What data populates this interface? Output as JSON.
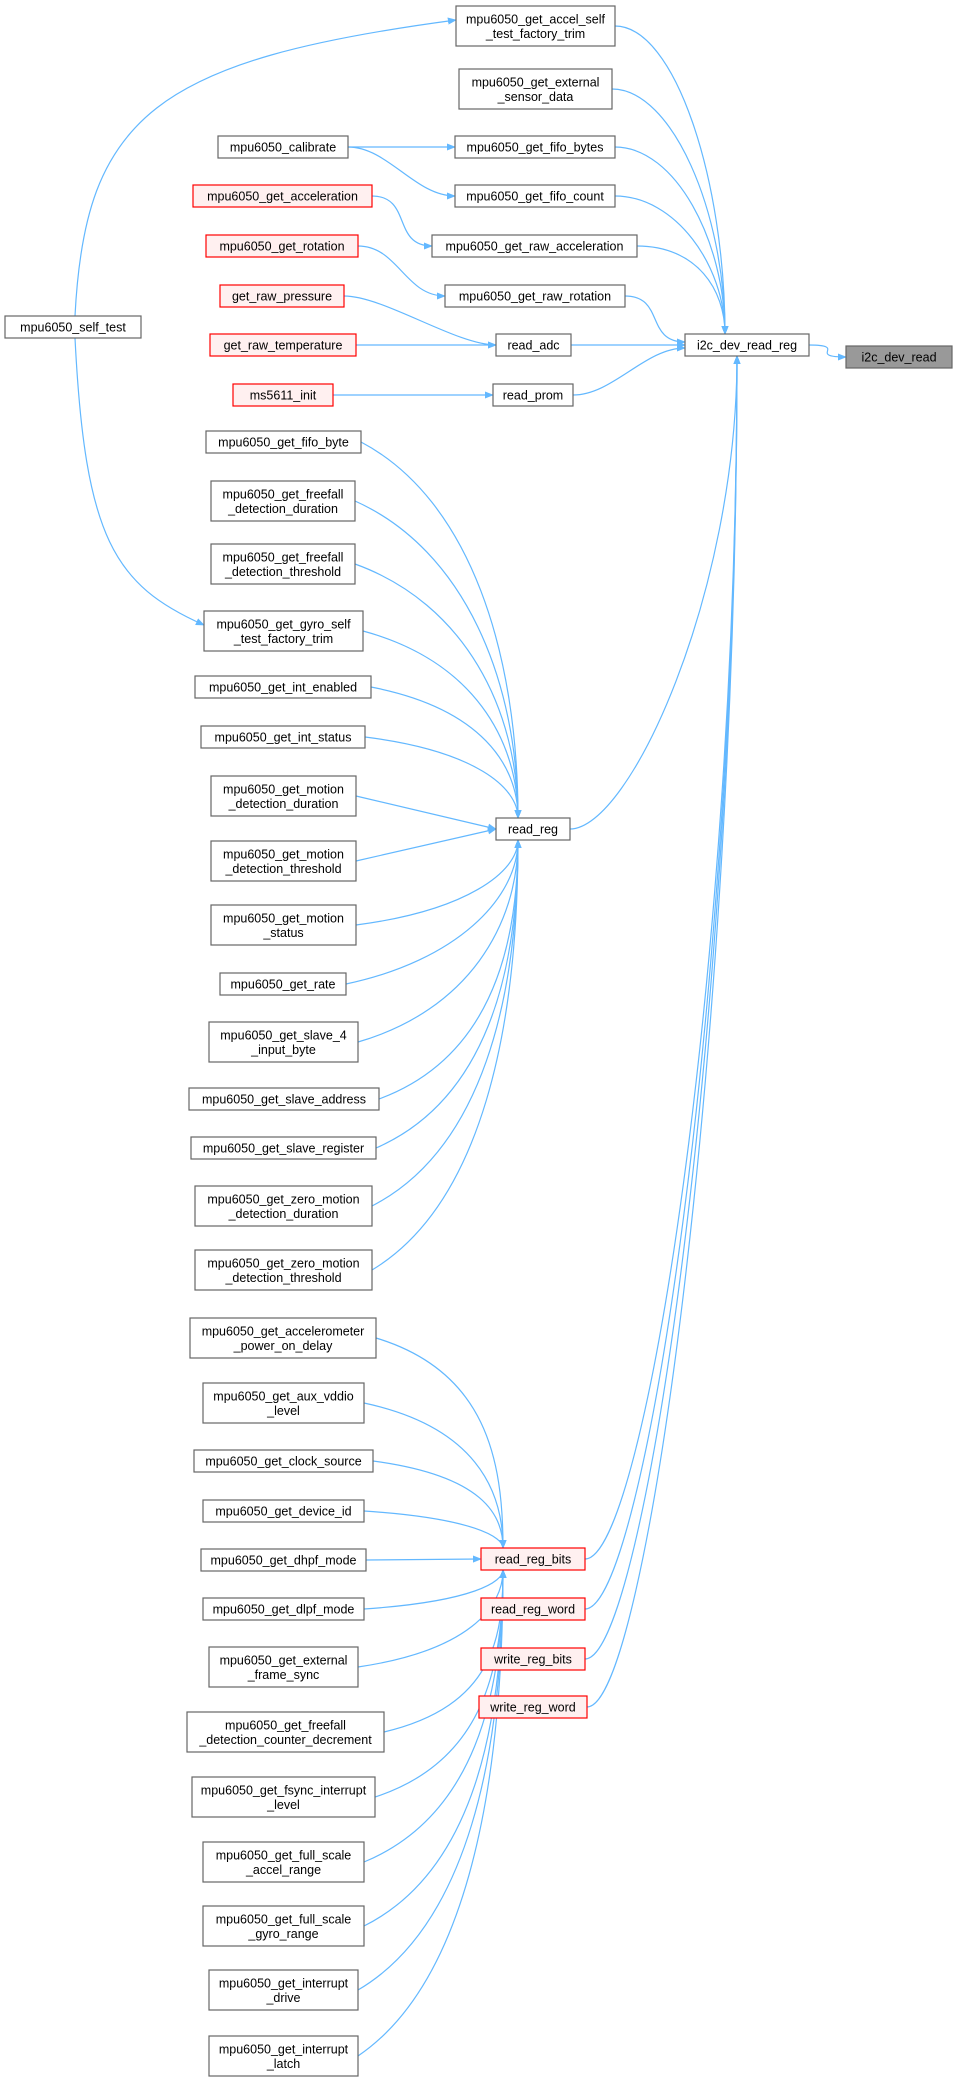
{
  "colors": {
    "edge": "#63b8ff",
    "node_border": "#666666",
    "red_border": "#ff0000",
    "red_fill": "#fff0f0",
    "focus_fill": "#999999"
  },
  "nodes": {
    "i2c_dev_read": {
      "label": [
        "i2c_dev_read"
      ],
      "style": "focus"
    },
    "i2c_dev_read_reg": {
      "label": [
        "i2c_dev_read_reg"
      ]
    },
    "accel_self": {
      "label": [
        "mpu6050_get_accel_self",
        "_test_factory_trim"
      ]
    },
    "external": {
      "label": [
        "mpu6050_get_external",
        "_sensor_data"
      ]
    },
    "fifo_bytes": {
      "label": [
        "mpu6050_get_fifo_bytes"
      ]
    },
    "fifo_count": {
      "label": [
        "mpu6050_get_fifo_count"
      ]
    },
    "raw_accel": {
      "label": [
        "mpu6050_get_raw_acceleration"
      ]
    },
    "raw_rot": {
      "label": [
        "mpu6050_get_raw_rotation"
      ]
    },
    "read_adc": {
      "label": [
        "read_adc"
      ]
    },
    "read_prom": {
      "label": [
        "read_prom"
      ]
    },
    "calibrate": {
      "label": [
        "mpu6050_calibrate"
      ]
    },
    "get_accel": {
      "label": [
        "mpu6050_get_acceleration"
      ],
      "style": "red"
    },
    "get_rot": {
      "label": [
        "mpu6050_get_rotation"
      ],
      "style": "red"
    },
    "raw_pressure": {
      "label": [
        "get_raw_pressure"
      ],
      "style": "red"
    },
    "raw_temp": {
      "label": [
        "get_raw_temperature"
      ],
      "style": "red"
    },
    "ms5611": {
      "label": [
        "ms5611_init"
      ],
      "style": "red"
    },
    "self_test": {
      "label": [
        "mpu6050_self_test"
      ]
    },
    "read_reg": {
      "label": [
        "read_reg"
      ]
    },
    "fifo_byte": {
      "label": [
        "mpu6050_get_fifo_byte"
      ]
    },
    "ff_dur": {
      "label": [
        "mpu6050_get_freefall",
        "_detection_duration"
      ]
    },
    "ff_thr": {
      "label": [
        "mpu6050_get_freefall",
        "_detection_threshold"
      ]
    },
    "gyro_self": {
      "label": [
        "mpu6050_get_gyro_self",
        "_test_factory_trim"
      ]
    },
    "int_en": {
      "label": [
        "mpu6050_get_int_enabled"
      ]
    },
    "int_status": {
      "label": [
        "mpu6050_get_int_status"
      ]
    },
    "mot_dur": {
      "label": [
        "mpu6050_get_motion",
        "_detection_duration"
      ]
    },
    "mot_thr": {
      "label": [
        "mpu6050_get_motion",
        "_detection_threshold"
      ]
    },
    "mot_status": {
      "label": [
        "mpu6050_get_motion",
        "_status"
      ]
    },
    "rate": {
      "label": [
        "mpu6050_get_rate"
      ]
    },
    "slave4": {
      "label": [
        "mpu6050_get_slave_4",
        "_input_byte"
      ]
    },
    "slave_addr": {
      "label": [
        "mpu6050_get_slave_address"
      ]
    },
    "slave_reg": {
      "label": [
        "mpu6050_get_slave_register"
      ]
    },
    "zm_dur": {
      "label": [
        "mpu6050_get_zero_motion",
        "_detection_duration"
      ]
    },
    "zm_thr": {
      "label": [
        "mpu6050_get_zero_motion",
        "_detection_threshold"
      ]
    },
    "read_reg_bits": {
      "label": [
        "read_reg_bits"
      ],
      "style": "red"
    },
    "read_reg_word": {
      "label": [
        "read_reg_word"
      ],
      "style": "red"
    },
    "write_reg_bits": {
      "label": [
        "write_reg_bits"
      ],
      "style": "red"
    },
    "write_reg_word": {
      "label": [
        "write_reg_word"
      ],
      "style": "red"
    },
    "accel_pwr": {
      "label": [
        "mpu6050_get_accelerometer",
        "_power_on_delay"
      ]
    },
    "aux_vddio": {
      "label": [
        "mpu6050_get_aux_vddio",
        "_level"
      ]
    },
    "clock_src": {
      "label": [
        "mpu6050_get_clock_source"
      ]
    },
    "device_id": {
      "label": [
        "mpu6050_get_device_id"
      ]
    },
    "dhpf": {
      "label": [
        "mpu6050_get_dhpf_mode"
      ]
    },
    "dlpf": {
      "label": [
        "mpu6050_get_dlpf_mode"
      ]
    },
    "ext_frame": {
      "label": [
        "mpu6050_get_external",
        "_frame_sync"
      ]
    },
    "ff_counter": {
      "label": [
        "mpu6050_get_freefall",
        "_detection_counter_decrement"
      ]
    },
    "fsync": {
      "label": [
        "mpu6050_get_fsync_interrupt",
        "_level"
      ]
    },
    "fs_accel": {
      "label": [
        "mpu6050_get_full_scale",
        "_accel_range"
      ]
    },
    "fs_gyro": {
      "label": [
        "mpu6050_get_full_scale",
        "_gyro_range"
      ]
    },
    "int_drive": {
      "label": [
        "mpu6050_get_interrupt",
        "_drive"
      ]
    },
    "int_latch": {
      "label": [
        "mpu6050_get_interrupt",
        "_latch"
      ]
    }
  },
  "edges": [
    [
      "i2c_dev_read_reg",
      "i2c_dev_read"
    ],
    [
      "accel_self",
      "i2c_dev_read_reg"
    ],
    [
      "external",
      "i2c_dev_read_reg"
    ],
    [
      "fifo_bytes",
      "i2c_dev_read_reg"
    ],
    [
      "fifo_count",
      "i2c_dev_read_reg"
    ],
    [
      "raw_accel",
      "i2c_dev_read_reg"
    ],
    [
      "raw_rot",
      "i2c_dev_read_reg"
    ],
    [
      "read_adc",
      "i2c_dev_read_reg"
    ],
    [
      "read_prom",
      "i2c_dev_read_reg"
    ],
    [
      "read_reg",
      "i2c_dev_read_reg"
    ],
    [
      "read_reg_bits",
      "i2c_dev_read_reg"
    ],
    [
      "read_reg_word",
      "i2c_dev_read_reg"
    ],
    [
      "write_reg_bits",
      "i2c_dev_read_reg"
    ],
    [
      "write_reg_word",
      "i2c_dev_read_reg"
    ],
    [
      "calibrate",
      "fifo_bytes"
    ],
    [
      "calibrate",
      "fifo_count"
    ],
    [
      "get_accel",
      "raw_accel"
    ],
    [
      "get_rot",
      "raw_rot"
    ],
    [
      "raw_pressure",
      "read_adc"
    ],
    [
      "raw_temp",
      "read_adc"
    ],
    [
      "ms5611",
      "read_prom"
    ],
    [
      "self_test",
      "accel_self"
    ],
    [
      "self_test",
      "gyro_self"
    ],
    [
      "fifo_byte",
      "read_reg"
    ],
    [
      "ff_dur",
      "read_reg"
    ],
    [
      "ff_thr",
      "read_reg"
    ],
    [
      "gyro_self",
      "read_reg"
    ],
    [
      "int_en",
      "read_reg"
    ],
    [
      "int_status",
      "read_reg"
    ],
    [
      "mot_dur",
      "read_reg"
    ],
    [
      "mot_thr",
      "read_reg"
    ],
    [
      "mot_status",
      "read_reg"
    ],
    [
      "rate",
      "read_reg"
    ],
    [
      "slave4",
      "read_reg"
    ],
    [
      "slave_addr",
      "read_reg"
    ],
    [
      "slave_reg",
      "read_reg"
    ],
    [
      "zm_dur",
      "read_reg"
    ],
    [
      "zm_thr",
      "read_reg"
    ],
    [
      "accel_pwr",
      "read_reg_bits"
    ],
    [
      "aux_vddio",
      "read_reg_bits"
    ],
    [
      "clock_src",
      "read_reg_bits"
    ],
    [
      "device_id",
      "read_reg_bits"
    ],
    [
      "dhpf",
      "read_reg_bits"
    ],
    [
      "dlpf",
      "read_reg_bits"
    ],
    [
      "ext_frame",
      "read_reg_bits"
    ],
    [
      "ff_counter",
      "read_reg_bits"
    ],
    [
      "fsync",
      "read_reg_bits"
    ],
    [
      "fs_accel",
      "read_reg_bits"
    ],
    [
      "fs_gyro",
      "read_reg_bits"
    ],
    [
      "int_drive",
      "read_reg_bits"
    ],
    [
      "int_latch",
      "read_reg_bits"
    ]
  ]
}
